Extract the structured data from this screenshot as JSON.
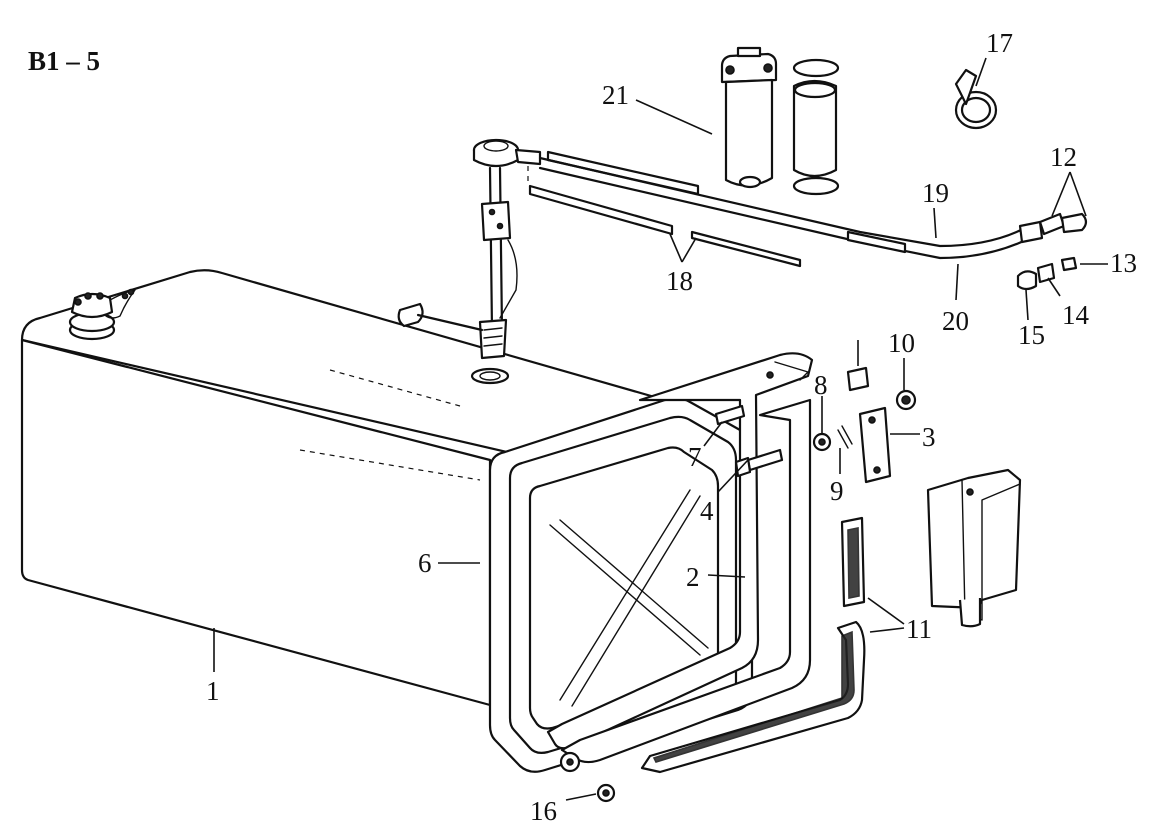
{
  "diagram": {
    "title": "B1 – 5",
    "callouts": {
      "c1": "1",
      "c2": "2",
      "c3": "3",
      "c4": "4",
      "c6": "6",
      "c7": "7",
      "c8": "8",
      "c9": "9",
      "c10": "10",
      "c11": "11",
      "c12": "12",
      "c13": "13",
      "c14": "14",
      "c15": "15",
      "c16": "16",
      "c17": "17",
      "c18": "18",
      "c19": "19",
      "c20": "20",
      "c21": "21"
    }
  }
}
